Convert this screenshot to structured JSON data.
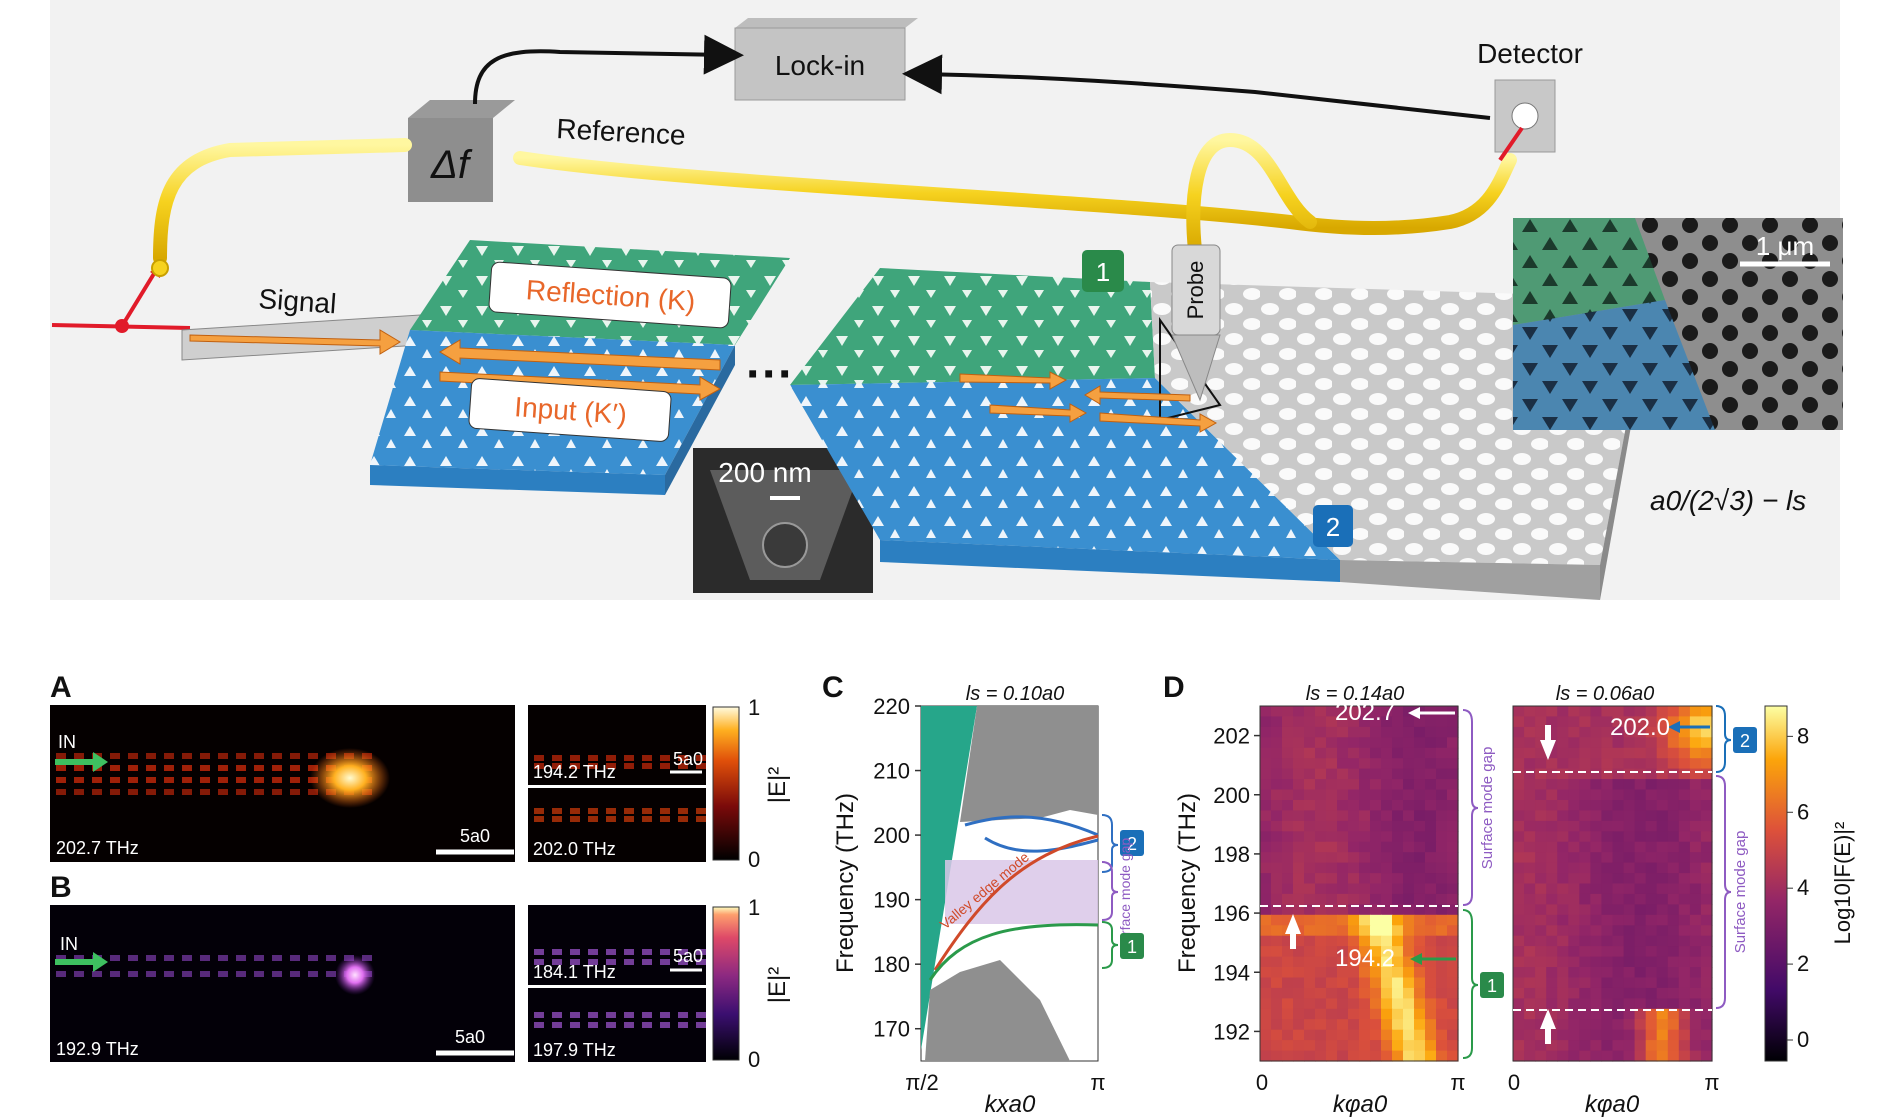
{
  "schematic": {
    "lockin": "Lock-in",
    "detector": "Detector",
    "reference": "Reference",
    "delta_f": "Δf",
    "signal": "Signal",
    "reflection": "Reflection (K)",
    "input": "Input (K′)",
    "probe": "Probe",
    "dots": "···",
    "sem_scale": "200 nm",
    "inset_scale": "1 μm",
    "formula": "a0/(2√3) − ls",
    "badge1": "1",
    "badge2": "2"
  },
  "panelA": {
    "letter": "A",
    "in_label": "IN",
    "freq_main": "202.7 THz",
    "scale": "5a0",
    "freq_top": "194.2 THz",
    "freq_bottom": "202.0 THz",
    "cbar_label": "|E|²",
    "cbar_max": "1",
    "cbar_min": "0"
  },
  "panelB": {
    "letter": "B",
    "in_label": "IN",
    "freq_main": "192.9 THz",
    "scale": "5a0",
    "freq_top": "184.1 THz",
    "freq_bottom": "197.9 THz",
    "cbar_label": "|E|²",
    "cbar_max": "1",
    "cbar_min": "0"
  },
  "panelC": {
    "letter": "C",
    "title": "ls = 0.10a0",
    "ylabel": "Frequency (THz)",
    "xlabel": "kxa0",
    "yticks": [
      "220",
      "210",
      "200",
      "190",
      "180",
      "170"
    ],
    "xticks": [
      "π/2",
      "π"
    ],
    "valley_label": "Valley edge mode",
    "gap_label": "Surface mode gap",
    "badge1": "1",
    "badge2": "2"
  },
  "panelD": {
    "letter": "D",
    "title_left": "ls = 0.14a0",
    "title_right": "ls = 0.06a0",
    "ylabel": "Frequency (THz)",
    "xlabel": "kφa0",
    "yticks": [
      "202",
      "200",
      "198",
      "196",
      "194",
      "192"
    ],
    "xticks": [
      "0",
      "π"
    ],
    "val_top_left": "202.7",
    "val_mid_left": "194.2",
    "val_top_right": "202.0",
    "gap_label": "Surface mode gap",
    "cbar_label": "Log10|F(E)|²",
    "cbar_ticks": [
      "8",
      "6",
      "4",
      "2",
      "0"
    ],
    "badge1": "1",
    "badge2": "2"
  }
}
